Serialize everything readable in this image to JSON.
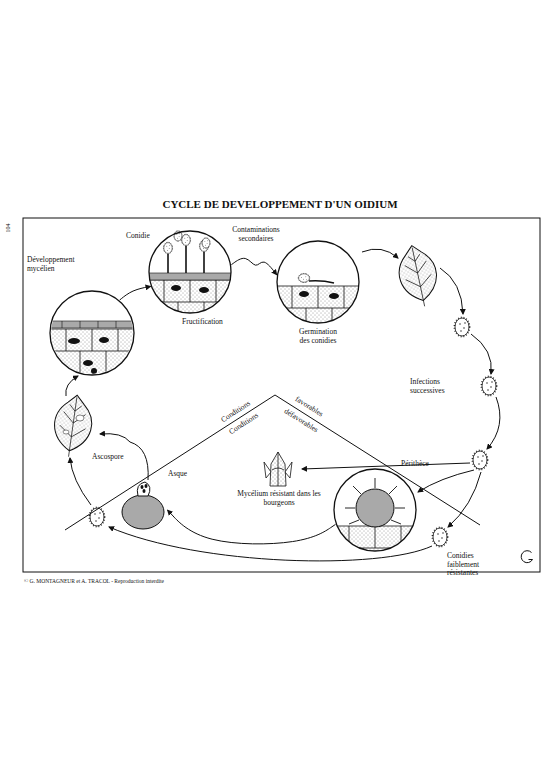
{
  "diagram": {
    "title": "CYCLE DE DEVELOPPEMENT D'UN OIDIUM",
    "nodes": [
      {
        "text": [
          "Développement mycélien"
        ]
      },
      {
        "text": [
          "Conidie",
          "Fructification"
        ]
      },
      {
        "text": [
          "Germination des conidies"
        ]
      },
      {
        "text": [
          "Périthèce"
        ]
      },
      {
        "text": [
          "Mycélium résistant dans les bourgeons"
        ]
      },
      {
        "text": [
          "Asque"
        ]
      }
    ],
    "edges": [
      {
        "from": 0,
        "to": 1,
        "arrow": "to"
      },
      {
        "from": 1,
        "to": 2,
        "arrow": "to",
        "label": "Contaminations secondaires"
      },
      {
        "from": 3,
        "to": 5,
        "arrow": "to"
      }
    ],
    "labels": [
      "104",
      "Infections successives",
      "Conditions",
      "Conditions",
      "favorables",
      "défavorables",
      "Ascospore",
      "Conidies faiblement résistantes",
      "© G. MONTAGNEUR et A. TRACOL - Reproduction interdite"
    ]
  }
}
